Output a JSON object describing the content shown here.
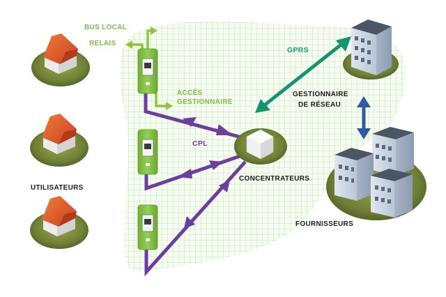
{
  "labels": {
    "bus_local": "BUS LOCAL",
    "relais": "RELAIS",
    "acces_line1": "ACCÈS",
    "acces_line2": "GESTIONNAIRE",
    "gprs": "GPRS",
    "gestionnaire_line1": "GESTIONNAIRE",
    "gestionnaire_line2": "DE RÉSEAU",
    "cpl": "CPL",
    "concentrateurs": "CONCENTRATEURS",
    "utilisateurs": "UTILISATEURS",
    "fournisseurs": "FOURNISSEURS"
  },
  "colors": {
    "grid_paper": "#f6fbf2",
    "grid_line": "#a9d28f",
    "meter_green": "#7fc242",
    "cpl_purple": "#6b3fa0",
    "gprs_green": "#16946e",
    "supplier_link_blue": "#2f5c9e",
    "local_arrow_green": "#8cc63f",
    "roof_orange": "#e2592b",
    "grass": "#6f7f35"
  }
}
